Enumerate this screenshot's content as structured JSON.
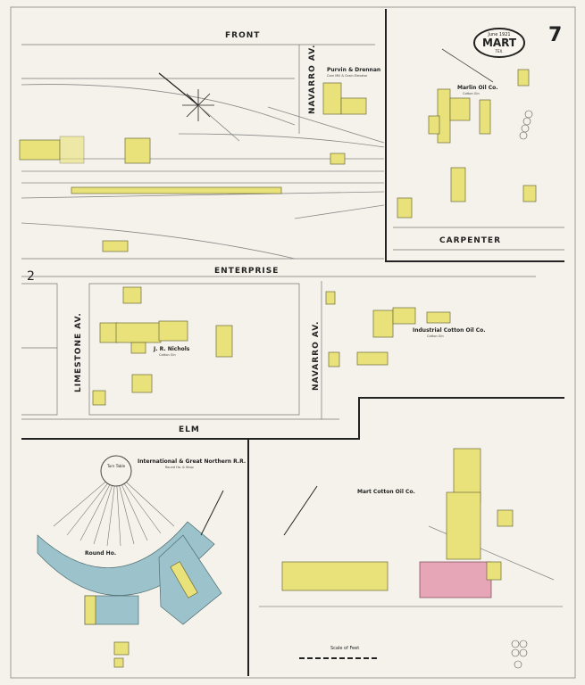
{
  "sheet": {
    "number": "7",
    "block_number": "2"
  },
  "title_cartouche": {
    "date": "June 1921",
    "town": "MART",
    "state": "TEX."
  },
  "streets": {
    "front": "FRONT",
    "navarro_top": "NAVARRO AV.",
    "carpenter": "CARPENTER",
    "enterprise": "ENTERPRISE",
    "limestone": "LIMESTONE AV.",
    "navarro_mid": "NAVARRO AV.",
    "elm": "ELM"
  },
  "businesses": {
    "elevator": {
      "name": "Purvin & Drennan",
      "detail": "Corn Mill & Grain Elevator"
    },
    "marlin": {
      "name": "Marlin Oil Co.",
      "detail": "Cotton Gin"
    },
    "nichols": {
      "name": "J. R. Nichols",
      "detail": "Cotton Gin"
    },
    "industrial": {
      "name": "Industrial Cotton Oil Co.",
      "detail": "Cotton Gin"
    },
    "ign": {
      "name": "International & Great Northern R.R.",
      "detail": "Round Ho. & Shop"
    },
    "mart_oil": {
      "name": "Mart Cotton Oil Co."
    }
  },
  "features": {
    "turn_table": "Turn Table",
    "round_house": "Round Ho.",
    "scale": "Scale of Feet"
  }
}
